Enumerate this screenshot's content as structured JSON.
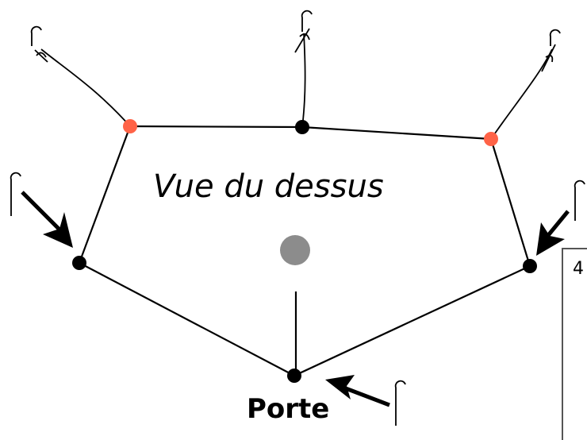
{
  "diagram": {
    "view_label": "Vue du dessus",
    "door_label": "Porte",
    "box_label": "4"
  },
  "colors": {
    "line": "#000000",
    "post_black": "#000000",
    "post_red": "#ff6347",
    "center_pole": "#8c8c8c",
    "box_border": "#555555"
  },
  "icons": [
    "hook-icon",
    "arrow-icon"
  ]
}
